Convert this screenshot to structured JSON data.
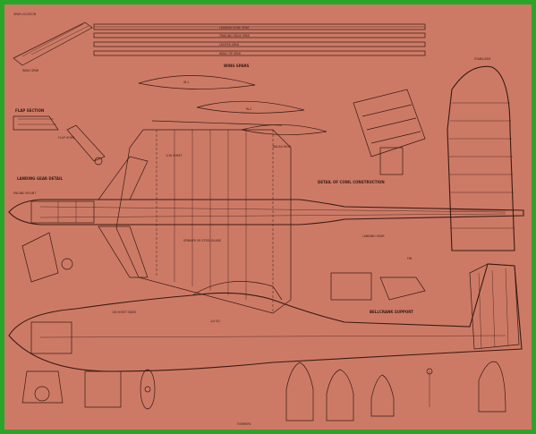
{
  "drawing": {
    "title": "",
    "top_strips": [
      "",
      ""
    ],
    "colors": {
      "paper": "#cc7a66",
      "ink": "#3a1a12",
      "border": "#2aa52a"
    }
  },
  "labels": {
    "wing_spars": "WING SPARS",
    "flap_section": "FLAP SECTION",
    "landing_gear_detail": "LANDING GEAR DETAIL",
    "detail_of_cowl_construction": "DETAIL OF COWL CONSTRUCTION",
    "bellcrank_section": "BELLCRANK SUPPORT"
  }
}
